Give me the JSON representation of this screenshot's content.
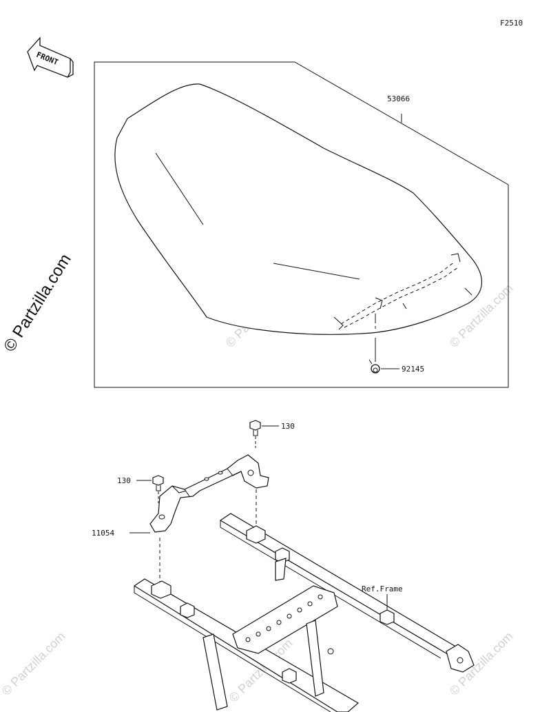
{
  "figure_code": "F2510",
  "front_label": "FRONT",
  "watermark": "© Partzilla.com",
  "labels": {
    "seat": "53066",
    "spring": "92145",
    "bolt_top": "130",
    "bolt_left": "130",
    "bracket": "11054",
    "ref_frame": "Ref.Frame"
  }
}
